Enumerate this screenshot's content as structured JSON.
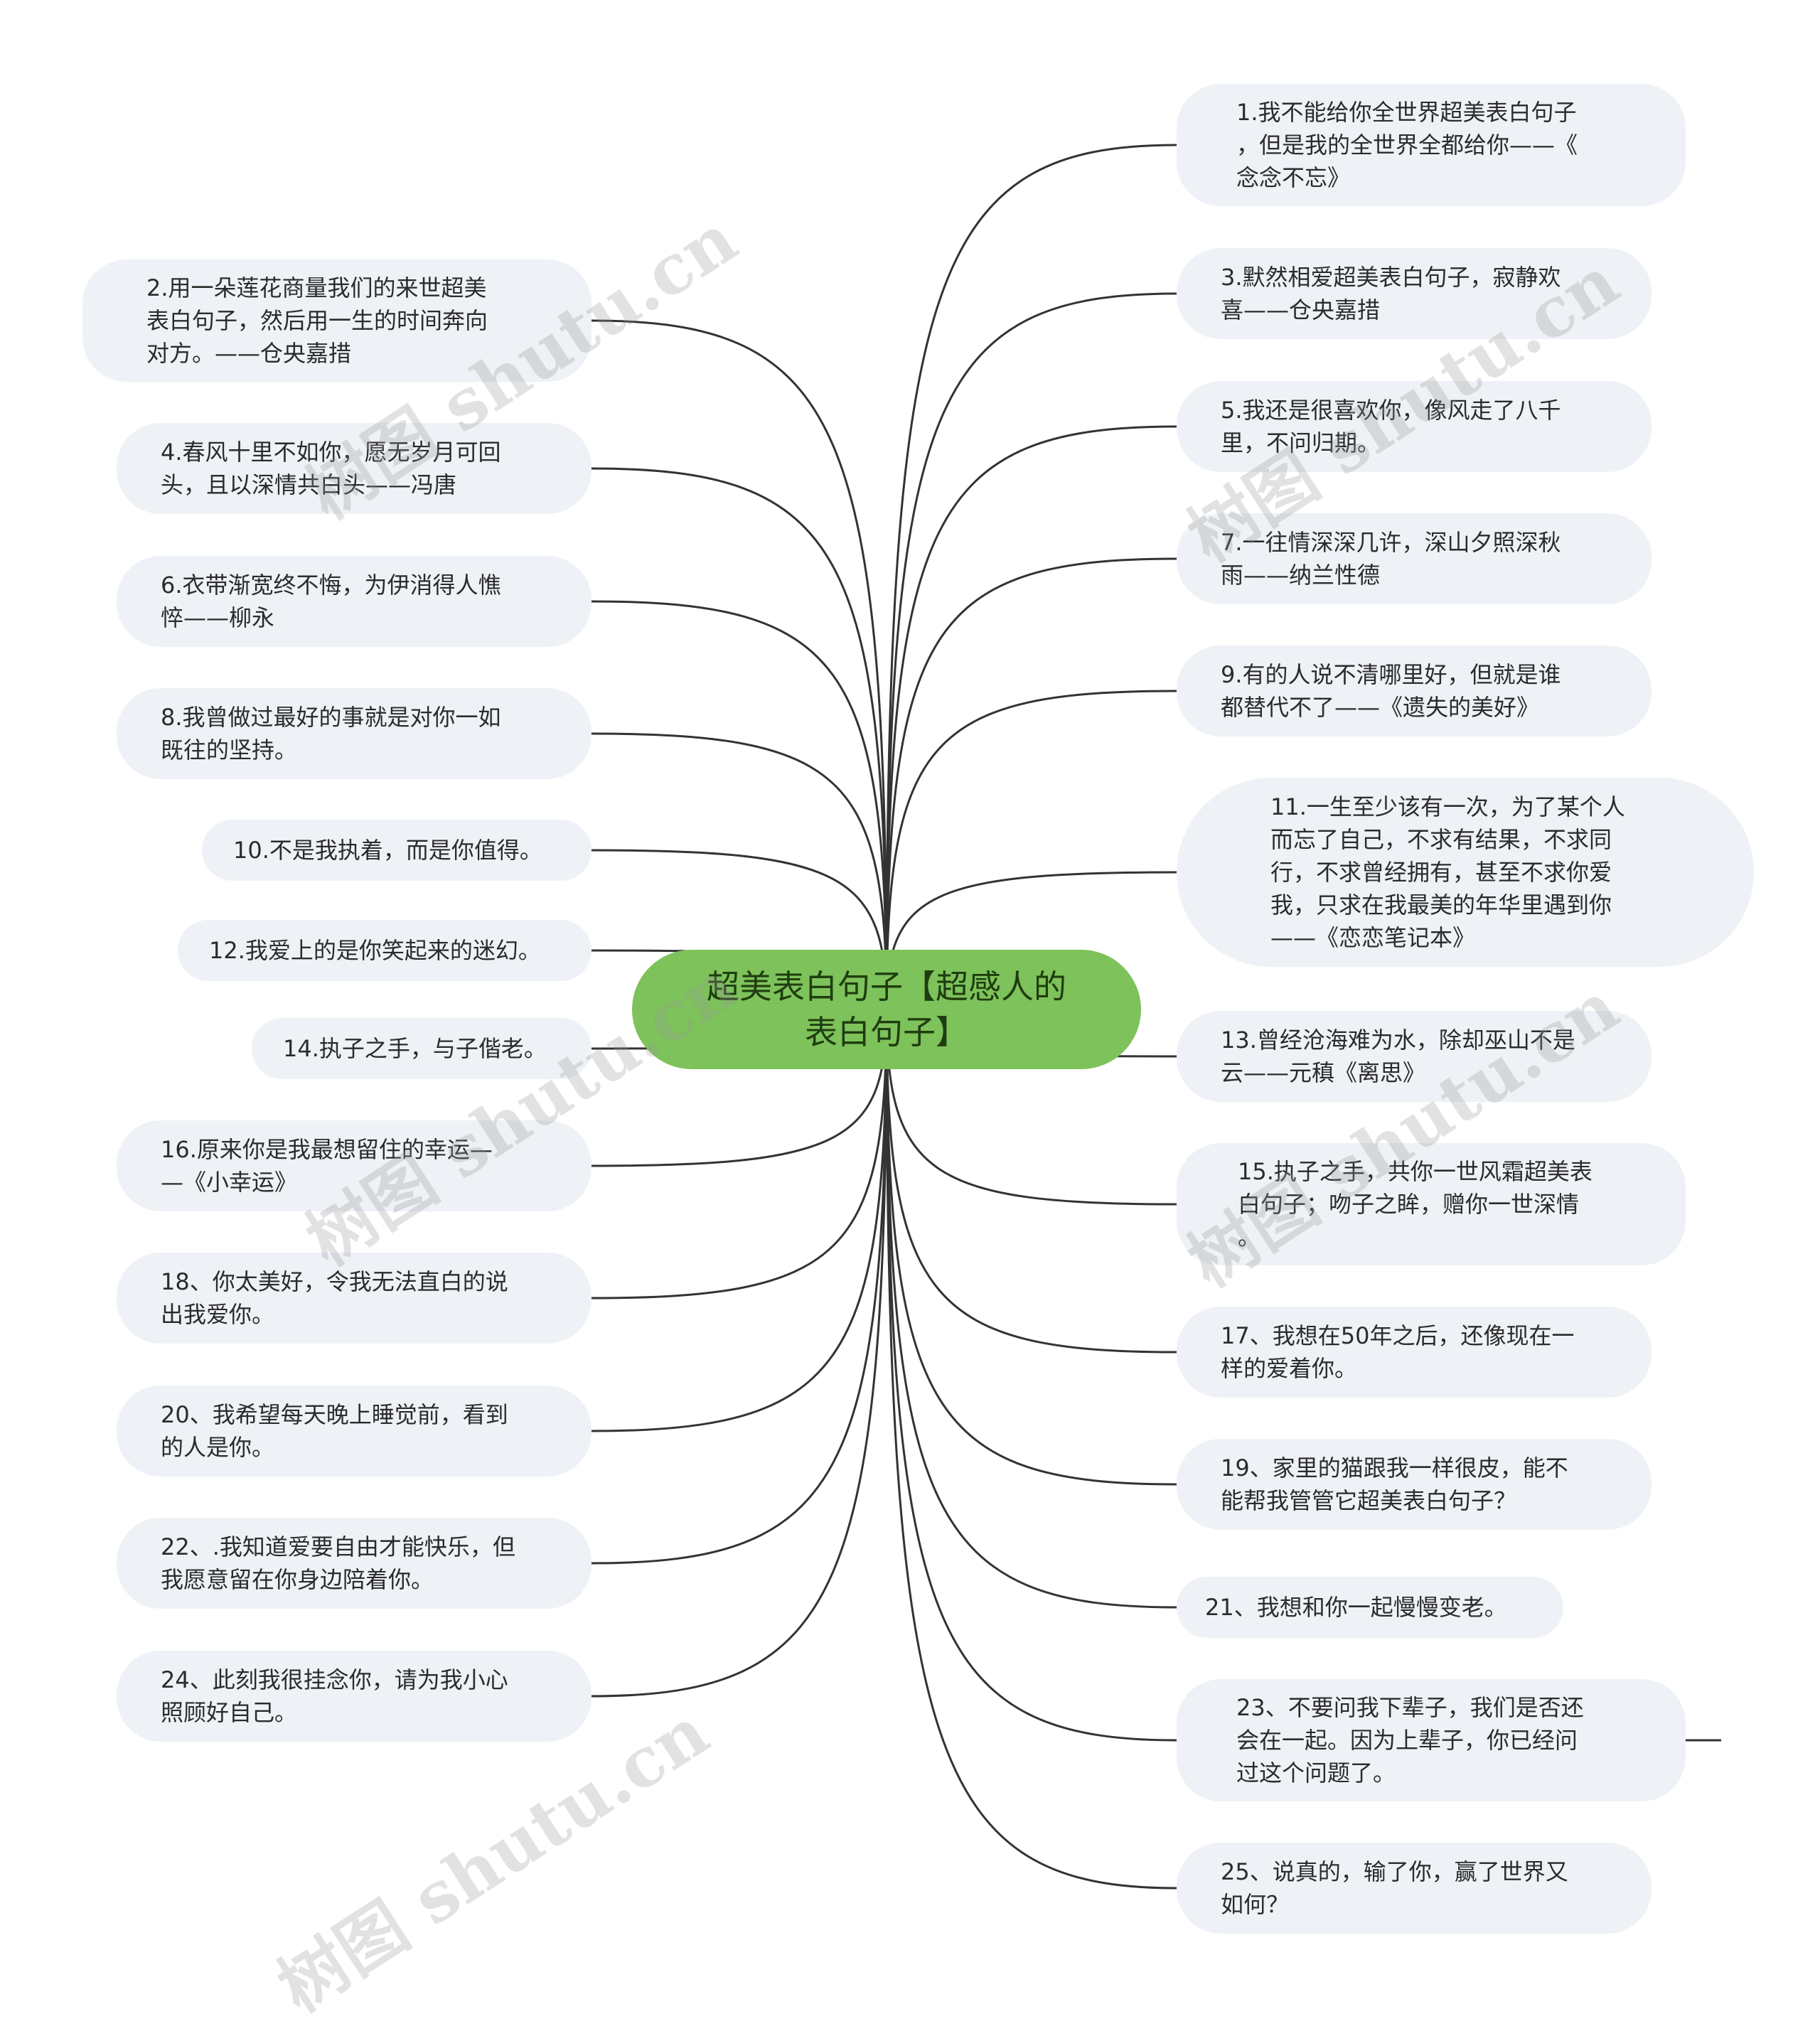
{
  "title": "超美表白句子【超感人的\n表白句子】",
  "colors": {
    "root_fill": "#7dc25a",
    "node_fill": "#eef1f5",
    "edge": "#333333",
    "watermark": "#969696"
  },
  "left_nodes": [
    "2.用一朵莲花商量我们的来世超美\n表白句子，然后用一生的时间奔向\n对方。——仓央嘉措",
    "4.春风十里不如你，愿无岁月可回\n头，且以深情共白头——冯唐",
    "6.衣带渐宽终不悔，为伊消得人憔\n悴——柳永",
    "8.我曾做过最好的事就是对你一如\n既往的坚持。",
    "10.不是我执着，而是你值得。",
    "12.我爱上的是你笑起来的迷幻。",
    "14.执子之手，与子偕老。",
    "16.原来你是我最想留住的幸运—\n—《小幸运》",
    "18、你太美好，令我无法直白的说\n出我爱你。",
    "20、我希望每天晚上睡觉前，看到\n的人是你。",
    "22、.我知道爱要自由才能快乐，但\n我愿意留在你身边陪着你。",
    "24、此刻我很挂念你，请为我小心\n照顾好自己。"
  ],
  "right_nodes": [
    "1.我不能给你全世界超美表白句子\n，但是我的全世界全都给你——《\n念念不忘》",
    "3.默然相爱超美表白句子，寂静欢\n喜——仓央嘉措",
    "5.我还是很喜欢你，像风走了八千\n里，不问归期。",
    "7.一往情深深几许，深山夕照深秋\n雨——纳兰性德",
    "9.有的人说不清哪里好，但就是谁\n都替代不了——《遗失的美好》",
    "11.一生至少该有一次，为了某个人\n而忘了自己，不求有结果，不求同\n行，不求曾经拥有，甚至不求你爱\n我，只求在我最美的年华里遇到你\n——《恋恋笔记本》",
    "13.曾经沧海难为水，除却巫山不是\n云——元稹《离思》",
    "15.执子之手，共你一世风霜超美表\n白句子；吻子之眸，赠你一世深情\n。",
    "17、我想在50年之后，还像现在一\n样的爱着你。",
    "19、家里的猫跟我一样很皮，能不\n能帮我管管它超美表白句子？",
    "21、我想和你一起慢慢变老。",
    "23、不要问我下辈子，我们是否还\n会在一起。因为上辈子，你已经问\n过这个问题了。",
    "25、说真的，输了你，赢了世界又\n如何？"
  ],
  "watermarks": [
    "树图 shutu.cn",
    "树图 shutu.cn",
    "树图 shutu.cn",
    "树图 shutu.cn",
    "树图 shutu.cn"
  ]
}
